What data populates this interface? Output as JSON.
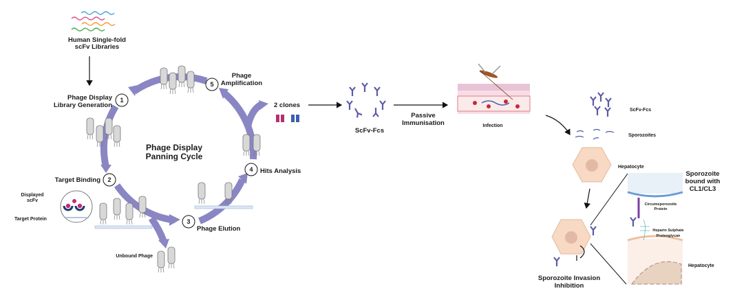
{
  "library": {
    "line1": "Human Single-fold",
    "line2": "scFv Libraries"
  },
  "cycle": {
    "title_line1": "Phage Display",
    "title_line2": "Panning Cycle",
    "steps": [
      {
        "number": "1",
        "line1": "Phage Display",
        "line2": "Library Generation"
      },
      {
        "number": "2",
        "line1": "Target Binding"
      },
      {
        "number": "3",
        "line1": "Phage Elution"
      },
      {
        "number": "4",
        "line1": "Hits Analysis"
      },
      {
        "number": "5",
        "line1": "Phage",
        "line2": "Amplification"
      }
    ],
    "displayed_scfv": {
      "line1": "Displayed",
      "line2": "scFv"
    },
    "target_protein": "Target Protein",
    "unbound_phage": "Unbound Phage",
    "clones": "2 clones"
  },
  "flow": {
    "scfv_fcs": "ScFv-Fcs",
    "passive": {
      "line1": "Passive",
      "line2": "Immunisation"
    },
    "infection": "Infection"
  },
  "liver": {
    "scfv_fcs": "ScFv-Fcs",
    "sporozoites": "Sporozoites",
    "hepatocyte": "Hepatocyte",
    "inhibition": {
      "line1": "Sporozoite Invasion",
      "line2": "Inhibition"
    },
    "inset": {
      "title_line1": "Sporozoite",
      "title_line2": "bound with",
      "title_line3": "CL1/CL3",
      "csp_line1": "Circumsporozoite",
      "csp_line2": "Protein",
      "hspg_line1": "Heparin Sulphate",
      "hspg_line2": "Proteoglycan",
      "hepatocyte": "Hepatocyte"
    }
  },
  "colors": {
    "cycle_arrow": "#8a86c4",
    "magenta": "#b3306f",
    "blue": "#3a5fb0",
    "hepatocyte": "#f7d9c4",
    "nucleus": "#e3b9a5"
  }
}
